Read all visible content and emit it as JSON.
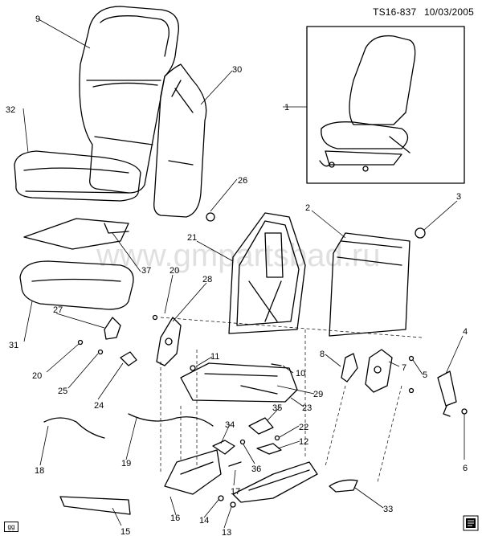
{
  "header": {
    "code": "TS16-837",
    "date": "10/03/2005"
  },
  "watermark": "www.gmpartsbad.ru",
  "corner_left_code": "gg",
  "callouts": [
    "1",
    "2",
    "3",
    "4",
    "5",
    "6",
    "7",
    "8",
    "9",
    "10",
    "11",
    "12",
    "13",
    "14",
    "15",
    "16",
    "17",
    "18",
    "19",
    "20",
    "20",
    "21",
    "22",
    "23",
    "24",
    "25",
    "26",
    "27",
    "28",
    "29",
    "30",
    "31",
    "32",
    "33",
    "34",
    "35",
    "36",
    "37"
  ]
}
